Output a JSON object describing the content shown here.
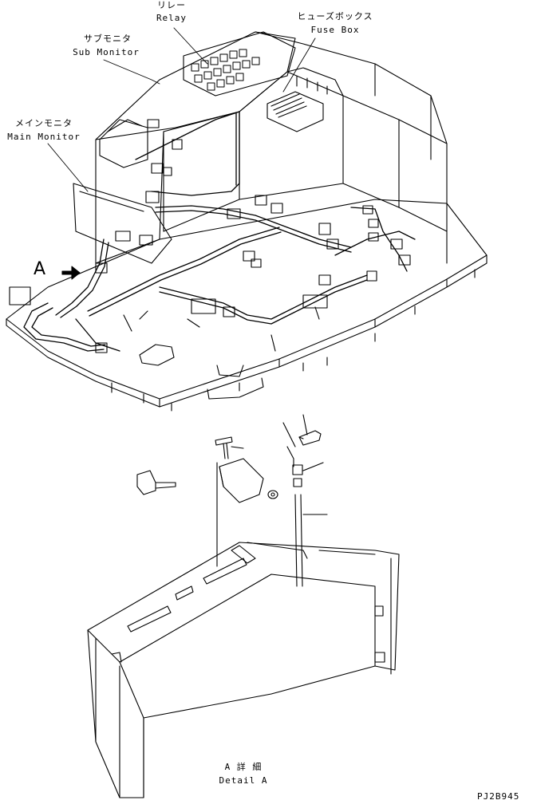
{
  "labels": {
    "relay_jp": "リレー",
    "relay_en": "Relay",
    "fuse_jp": "ヒューズボックス",
    "fuse_en": "Fuse Box",
    "sub_jp": "サブモニタ",
    "sub_en": "Sub Monitor",
    "main_jp": "メインモニタ",
    "main_en": "Main Monitor",
    "view_a": "A",
    "detail_jp": "A 詳 細",
    "detail_en": "Detail A",
    "code": "PJ2B945"
  }
}
